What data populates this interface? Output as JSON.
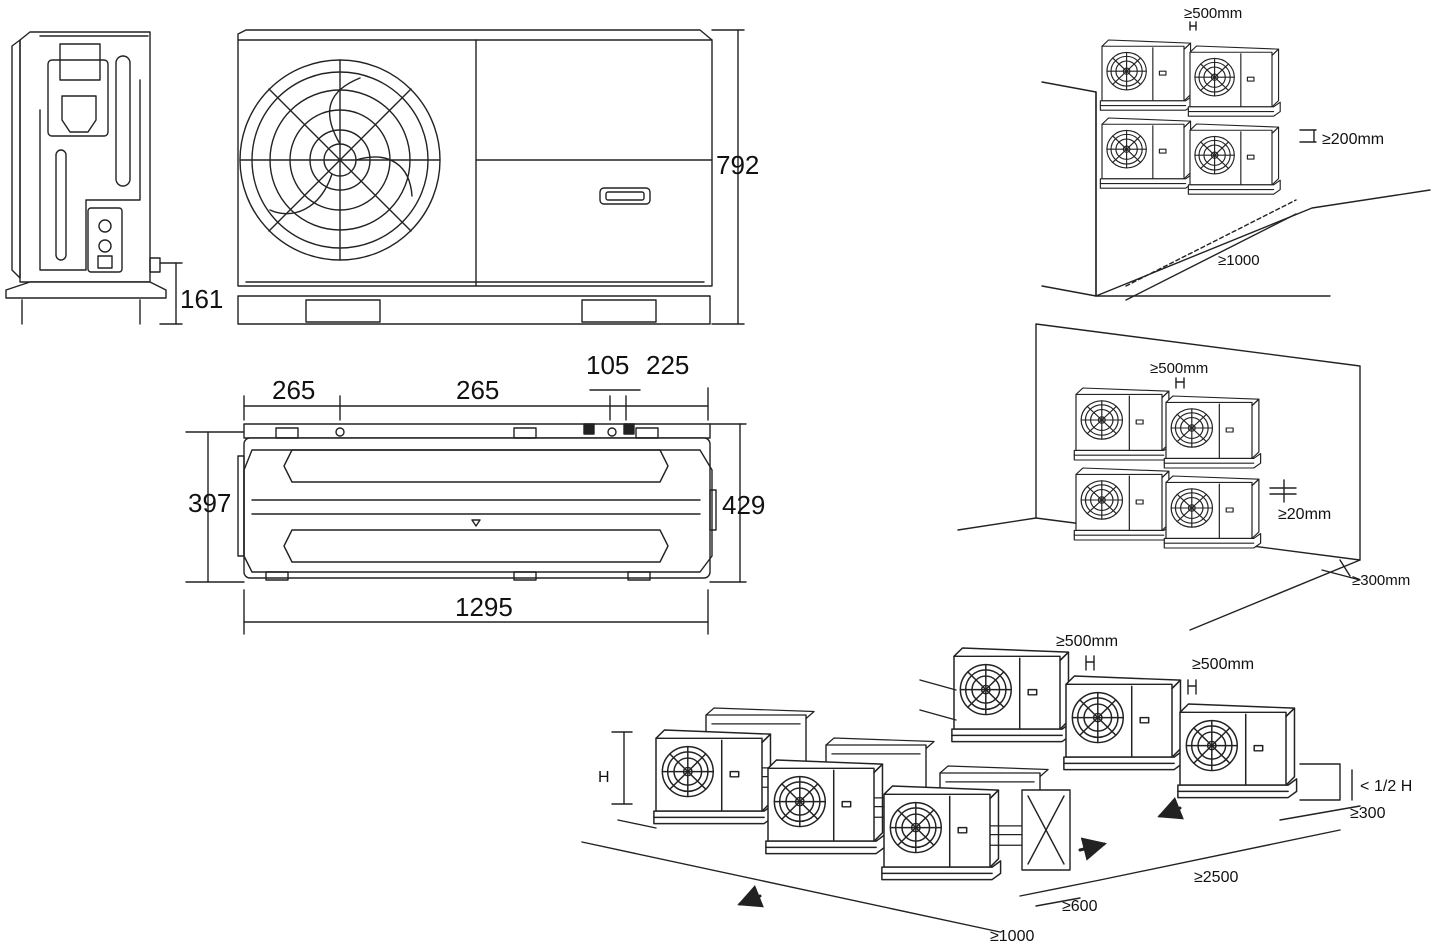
{
  "dimensions": {
    "front_height": "792",
    "base_height": "161",
    "top_a": "265",
    "top_b": "265",
    "top_c": "105",
    "top_d": "225",
    "depth_left": "397",
    "depth_right": "429",
    "width": "1295"
  },
  "clearances": {
    "stack_wall": {
      "side_gap": "≥500mm",
      "vertical_gap": "≥200mm",
      "front": "≥1000"
    },
    "stack_backwall": {
      "side_gap": "≥500mm",
      "vertical_gap": "≥20mm",
      "rear": "≥300mm"
    },
    "rows": {
      "gap_a": "≥500mm",
      "gap_b": "≥500mm",
      "height": "H",
      "half_height": "1/2 H",
      "rear": "≥300",
      "row_spacing": "≥2500",
      "side": "≥600",
      "front": "≥1000"
    }
  },
  "colors": {
    "line": "#222222",
    "background": "#ffffff"
  }
}
